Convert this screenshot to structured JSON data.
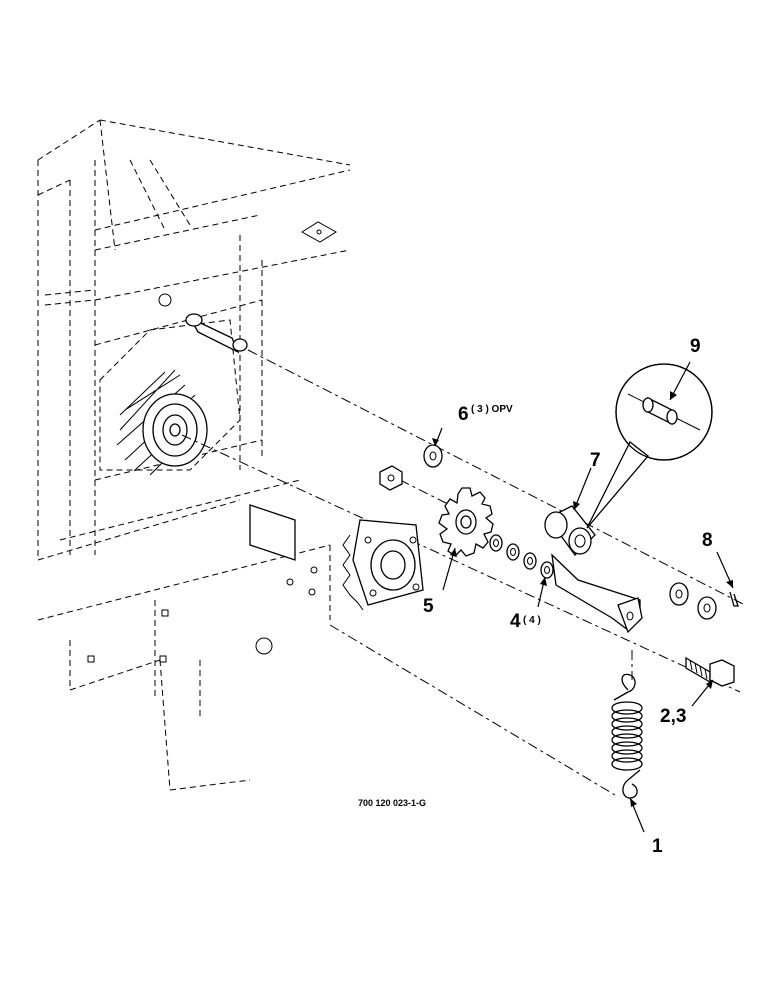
{
  "callouts": {
    "c1": "1",
    "c23": "2,3",
    "c4": "4",
    "c4_qty": "( 4 )",
    "c5": "5",
    "c6": "6",
    "c6_qty": "( 3 ) OPV",
    "c7": "7",
    "c8": "8",
    "c9": "9"
  },
  "figure_ref": "700 120 023-1-G"
}
